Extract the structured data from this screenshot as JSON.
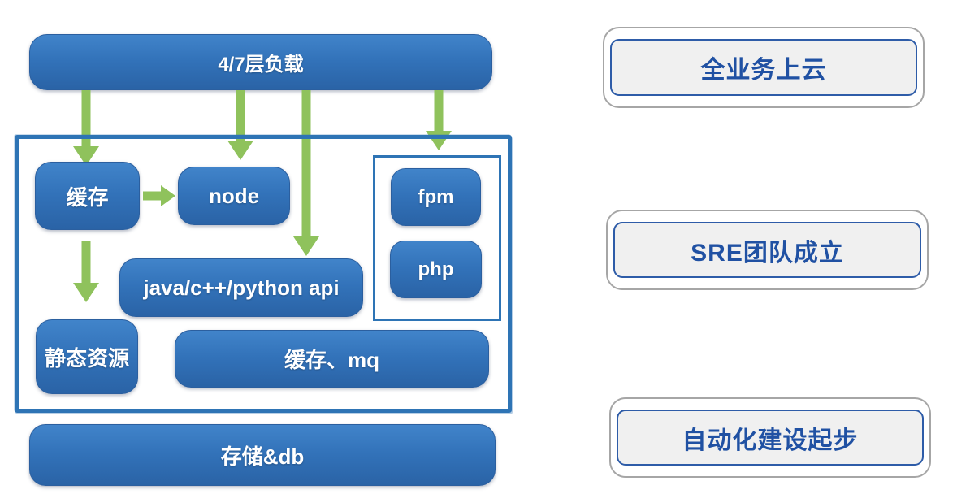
{
  "diagram": {
    "load_balancer": "4/7层负载",
    "cache": "缓存",
    "node": "node",
    "fpm": "fpm",
    "php": "php",
    "java_api": "java/c++/python api",
    "static_res": "静态资源",
    "cache_mq": "缓存、mq",
    "storage": "存储&db"
  },
  "milestones": [
    {
      "label": "全业务上云"
    },
    {
      "label": "SRE团队成立"
    },
    {
      "label": "自动化建设起步"
    }
  ],
  "colors": {
    "box_blue_top": "#4184ca",
    "box_blue_bottom": "#2a63a6",
    "arrow_green": "#8fc25c",
    "frame_blue": "#2e74b5",
    "milestone_text": "#2051a3",
    "milestone_fill": "#f0f0f0",
    "milestone_outer_border": "#a6a6a6"
  }
}
